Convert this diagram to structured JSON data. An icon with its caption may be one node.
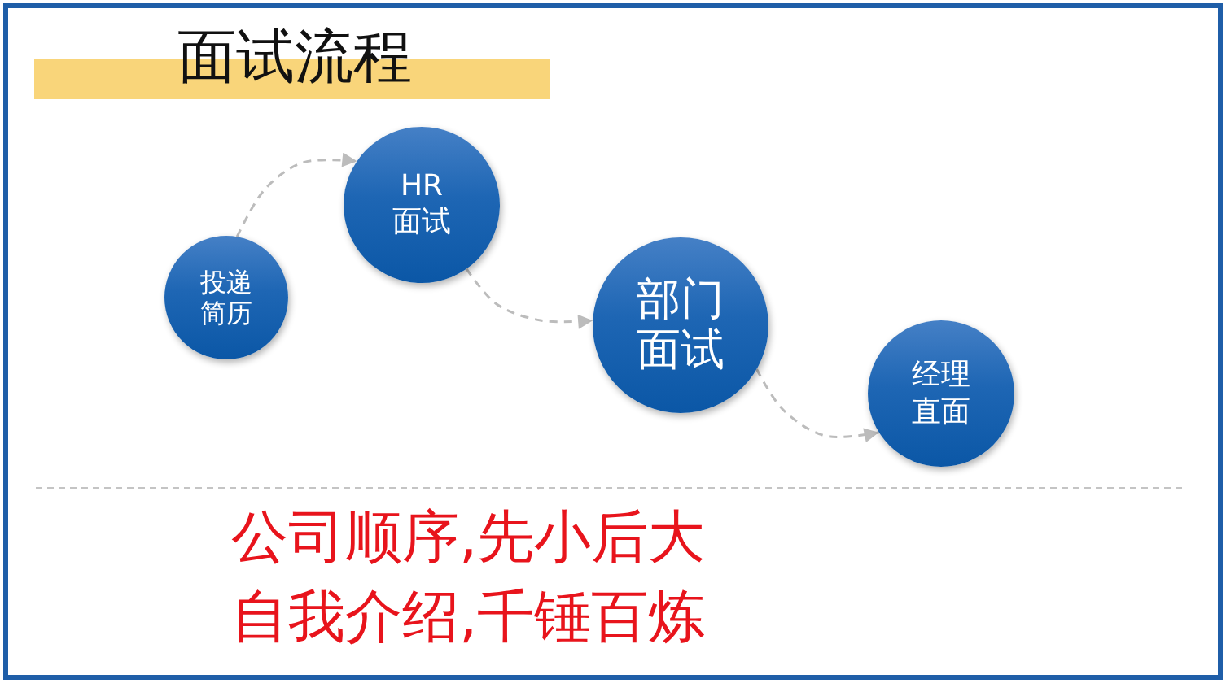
{
  "diagram": {
    "title": "面试流程",
    "nodes": [
      {
        "text": [
          "投递简历"
        ]
      },
      {
        "text": [
          "HR面试"
        ]
      },
      {
        "text": [
          "部门面试"
        ]
      },
      {
        "text": [
          "经理直面"
        ]
      }
    ],
    "edges": [
      {
        "from": 0,
        "to": 1,
        "arrow": "to",
        "style": "dashed"
      },
      {
        "from": 1,
        "to": 2,
        "arrow": "to",
        "style": "dashed"
      },
      {
        "from": 2,
        "to": 3,
        "arrow": "to",
        "style": "dashed"
      }
    ],
    "labels": [
      "公司顺序,先小后大",
      "自我介绍,千锤百炼"
    ]
  }
}
